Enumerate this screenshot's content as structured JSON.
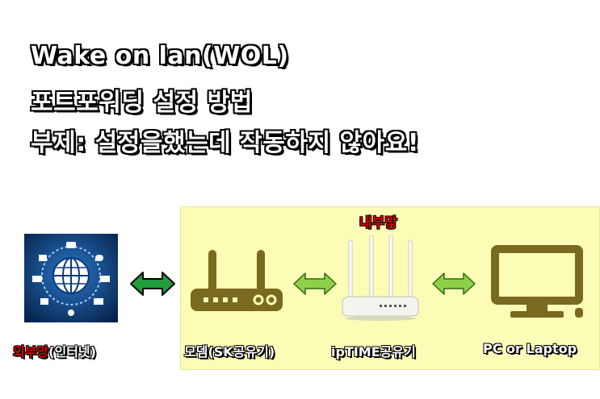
{
  "title": {
    "line1": "Wake on lan(WOL)",
    "line2": "포트포워딩 설정 방법",
    "line3": "부제: 설정을했는데 작동하지 않아요!"
  },
  "lan_label": "내부망",
  "nodes": [
    {
      "id": "internet",
      "label_red": "외부망",
      "label_rest": "(인터넷)",
      "icon": "globe-network-icon"
    },
    {
      "id": "modem",
      "label": "모뎀(SK공유기)",
      "icon": "router-icon"
    },
    {
      "id": "iptime",
      "label": "ipTIME공유기",
      "icon": "wifi-router-icon"
    },
    {
      "id": "pc",
      "label": "PC or Laptop",
      "icon": "monitor-icon"
    }
  ],
  "colors": {
    "lan_background": "#fbfcb6",
    "device_color": "#7a6a1f",
    "arrow_dark_green": "#1f9e3a",
    "arrow_light_green": "#8ed04a",
    "internet_bg": "#0a3a78",
    "lan_label_color": "#e00000"
  }
}
